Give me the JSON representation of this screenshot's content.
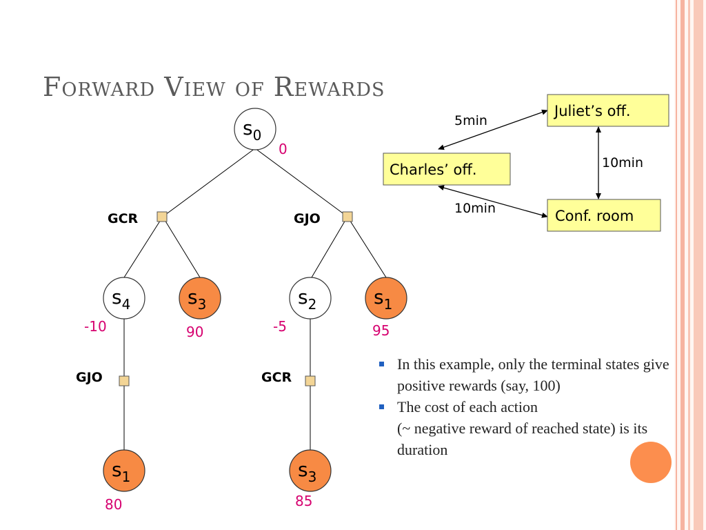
{
  "title": "Forward View of Rewards",
  "tree": {
    "nodes": [
      {
        "id": "n0",
        "label": "s",
        "sub": "0",
        "reward": "0",
        "terminal": false
      },
      {
        "id": "n1",
        "label": "s",
        "sub": "4",
        "reward": "-10",
        "terminal": false
      },
      {
        "id": "n2",
        "label": "s",
        "sub": "3",
        "reward": "90",
        "terminal": true
      },
      {
        "id": "n3",
        "label": "s",
        "sub": "2",
        "reward": "-5",
        "terminal": false
      },
      {
        "id": "n4",
        "label": "s",
        "sub": "1",
        "reward": "95",
        "terminal": true
      },
      {
        "id": "n5",
        "label": "s",
        "sub": "1",
        "reward": "80",
        "terminal": true
      },
      {
        "id": "n6",
        "label": "s",
        "sub": "3",
        "reward": "85",
        "terminal": true
      }
    ],
    "actions": [
      {
        "id": "a0",
        "label": "GCR"
      },
      {
        "id": "a1",
        "label": "GJO"
      },
      {
        "id": "a2",
        "label": "GJO"
      },
      {
        "id": "a3",
        "label": "GCR"
      }
    ]
  },
  "map": {
    "locations": [
      "Juliet’s off.",
      "Charles’ off.",
      "Conf. room"
    ],
    "edges": [
      {
        "from": "Charles’ off.",
        "to": "Juliet’s off.",
        "label": "5min"
      },
      {
        "from": "Juliet’s off.",
        "to": "Conf. room",
        "label": "10min"
      },
      {
        "from": "Charles’ off.",
        "to": "Conf. room",
        "label": "10min"
      }
    ]
  },
  "bullets": [
    {
      "line1": "In this example, only the terminal states give positive rewards (say, 100)",
      "line2": ""
    },
    {
      "line1": "The cost of each action",
      "line2": "(~ negative reward of reached state) is its duration"
    }
  ],
  "colors": {
    "terminal_fill": "#f78a44",
    "reward_text": "#d6006f",
    "map_box_fill": "#ffff99",
    "action_box_fill": "#f3d596",
    "bullet_marker": "#2060c0",
    "title_text": "#5a5a5a",
    "stripe": "#f6b3a0"
  }
}
